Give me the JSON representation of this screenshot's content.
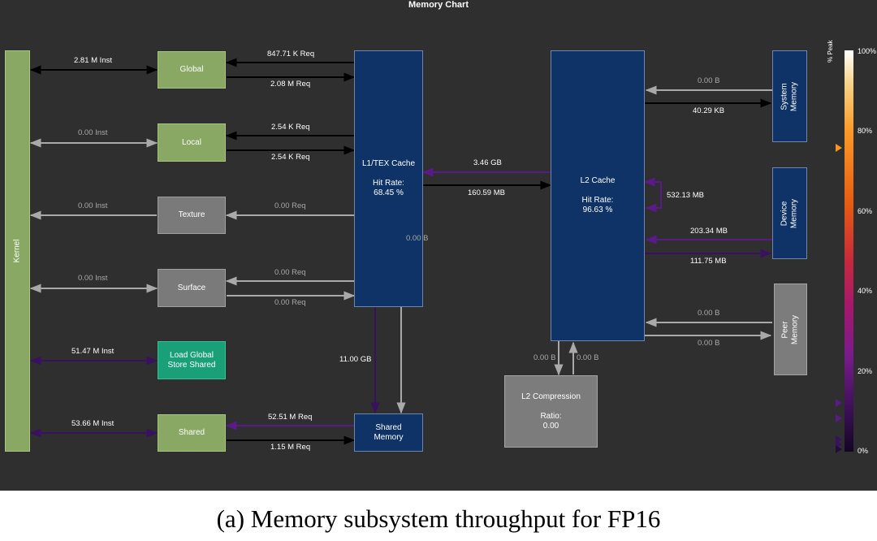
{
  "title": "Memory Chart",
  "caption": "(a) Memory subsystem throughput for FP16",
  "units": {
    "kernel": "Kernel",
    "global": "Global",
    "local": "Local",
    "texture": "Texture",
    "surface": "Surface",
    "lgss": "Load Global Store Shared",
    "shared": "Shared",
    "l1_name": "L1/TEX Cache",
    "l1_hit_label": "Hit Rate:",
    "l1_hit_value": "68.45 %",
    "shared_mem": "Shared Memory",
    "l2_name": "L2 Cache",
    "l2_hit_label": "Hit Rate:",
    "l2_hit_value": "96.63 %",
    "l2comp_name": "L2 Compression",
    "l2comp_ratio_label": "Ratio:",
    "l2comp_ratio_value": "0.00",
    "system_memory": "System Memory",
    "device_memory": "Device Memory",
    "peer_memory": "Peer Memory"
  },
  "labels": {
    "k_global": "2.81 M Inst",
    "k_local": "0.00 Inst",
    "k_texture": "0.00 Inst",
    "k_surface": "0.00 Inst",
    "k_lgss": "51.47 M Inst",
    "k_shared": "53.66 M Inst",
    "global_in": "847.71 K Req",
    "global_out": "2.08 M Req",
    "local_in": "2.54 K Req",
    "local_out": "2.54 K Req",
    "texture_req": "0.00 Req",
    "surface_in": "0.00 Req",
    "surface_out": "0.00 Req",
    "shared_in": "52.51 M Req",
    "shared_out": "1.15 M Req",
    "l1_shared": "11.00 GB",
    "l1_shared_gray": "0.00 B",
    "l1_l2_in": "3.46 GB",
    "l1_l2_out": "160.59 MB",
    "l2_loop": "532.13 MB",
    "sys_in": "0.00 B",
    "sys_out": "40.29 KB",
    "dev_in": "203.34 MB",
    "dev_out": "111.75 MB",
    "peer_in": "0.00 B",
    "peer_out": "0.00 B",
    "comp_in": "0.00 B",
    "comp_out": "0.00 B"
  },
  "colorbar": {
    "title": "% Peak",
    "ticks": [
      "100%",
      "80%",
      "60%",
      "40%",
      "20%",
      "0%"
    ]
  },
  "colors": {
    "panel_bg": "#2f2f2f",
    "navy_unit": "#0f3366",
    "green_unit": "#88a863",
    "teal_unit": "#1aa079",
    "arrow_black": "#000000",
    "arrow_gray": "#a9a9a9",
    "arrow_purple": "#3a1160",
    "arrow_violet": "#5a1a8a",
    "marker_orange": "#f7931e"
  }
}
